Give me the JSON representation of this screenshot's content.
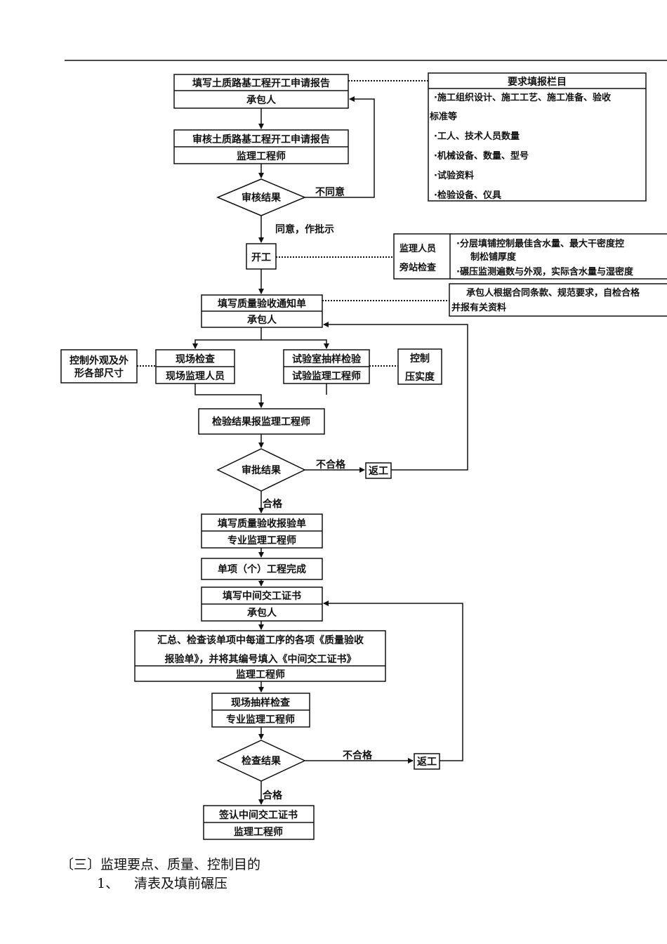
{
  "flow": {
    "fill_report": "填写土质路基工程开工申请报告",
    "contractor_1": "承包人",
    "review_report": "审核土质路基工程开工申请报告",
    "supervisor_engineer_1": "监理工程师",
    "review_result": "审核结果",
    "disagree": "不同意",
    "agree_instruct": "同意，作批示",
    "start_work": "开工",
    "fill_quality_notice": "填写质量验收通知单",
    "contractor_2": "承包人",
    "site_inspection": "现场检查",
    "site_supervisor": "现场监理人员",
    "lab_sampling": "试验室抽样检验",
    "lab_supervisor_engineer": "试验监理工程师",
    "control_appearance": "控制外观及外",
    "control_appearance_2": "形各部尺寸",
    "control_compaction_1": "控制",
    "control_compaction_2": "压实度",
    "report_results": "检验结果报监理工程师",
    "approval_result": "审批结果",
    "unqualified_1": "不合格",
    "rework_1": "返工",
    "qualified_1": "合格",
    "fill_quality_report": "填写质量验收报验单",
    "specialist_engineer_1": "专业监理工程师",
    "item_complete": "单项（个）工程完成",
    "fill_interim_cert": "填写中间交工证书",
    "contractor_3": "承包人",
    "summary_line1": "汇总、检查该单项中每道工序的各项《质量验收",
    "summary_line2": "报验单》，并将其编号填入《中间交工证书》",
    "supervisor_engineer_2": "监理工程师",
    "site_spot_check": "现场抽样检查",
    "specialist_engineer_2": "专业监理工程师",
    "check_result": "检查结果",
    "unqualified_2": "不合格",
    "rework_2": "返工",
    "qualified_2": "合格",
    "sign_interim_cert": "签认中间交工证书",
    "supervisor_engineer_3": "监理工程师"
  },
  "requirements": {
    "title": "要求填报栏目",
    "items": [
      "·施工组织设计、施工工艺、施工准备、验收",
      "标准等",
      "·工人、技术人员数量",
      "·机械设备、数量、型号",
      "·试验资料",
      "·检验设备、仪具"
    ]
  },
  "side_inspection": {
    "label_1": "监理人员",
    "label_2": "旁站检查",
    "line_1": "·分层填铺控制最佳含水量、最大干密度控",
    "line_2": "制松铺厚度",
    "line_3": "·碾压监测遍数与外观，实际含水量与湿密度"
  },
  "self_check": {
    "line_1": "承包人根据合同条款、规范要求，自检合格",
    "line_2": "并报有关资料"
  },
  "body": {
    "section_heading": "〔三〕监理要点、质量、控制目的",
    "item_number": "1、",
    "item_text": "清表及填前碾压"
  }
}
